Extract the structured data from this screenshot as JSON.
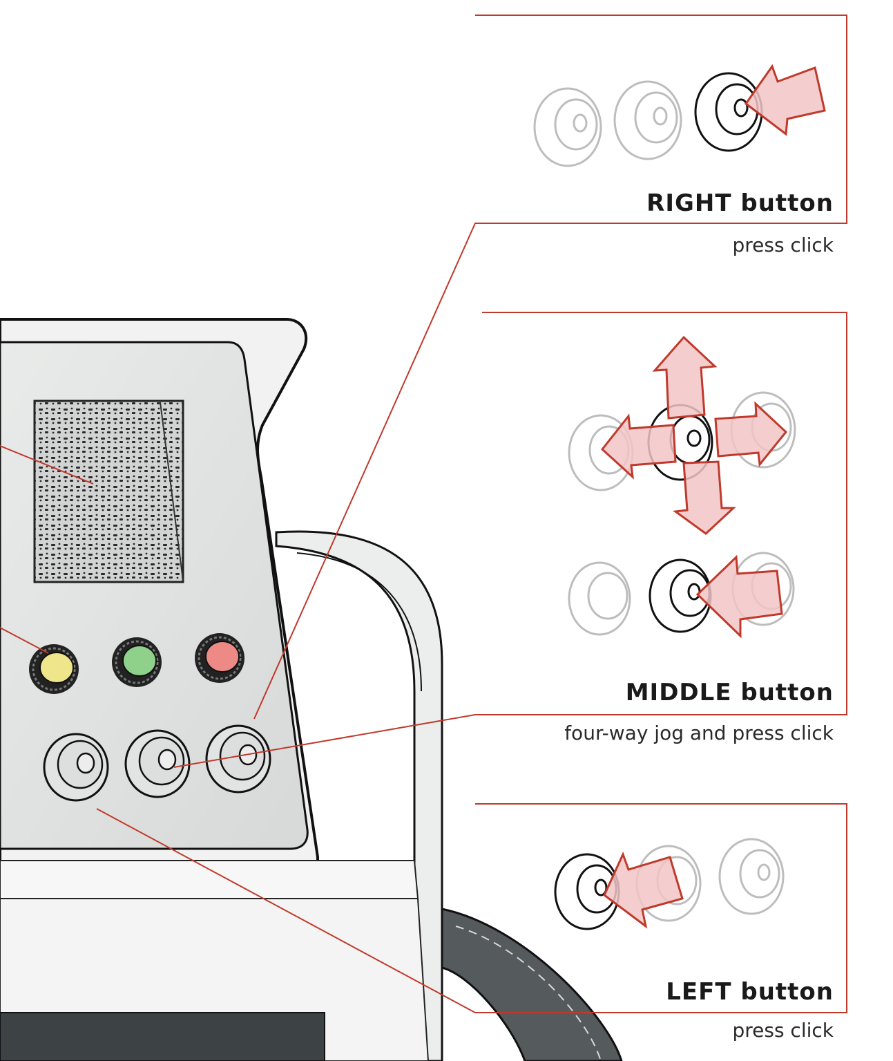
{
  "panels": {
    "right": {
      "title": "RIGHT button",
      "subtitle": "press click"
    },
    "middle": {
      "title": "MIDDLE button",
      "subtitle": "four-way jog and press click"
    },
    "left": {
      "title": "LEFT button",
      "subtitle": "press click"
    }
  },
  "colors": {
    "leader": "#c0392b",
    "arrow_fill": "#f2c6c6",
    "arrow_stroke": "#c0392b",
    "ghost_stroke": "#bdbdbd",
    "active_stroke": "#111111",
    "indicator_yellow": "#efe58a",
    "indicator_green": "#8fd18a",
    "indicator_red": "#ee8a86"
  },
  "icons": [
    "arrow-icon",
    "joystick-button-icon",
    "indicator-light-icon",
    "speaker-grille-icon"
  ]
}
